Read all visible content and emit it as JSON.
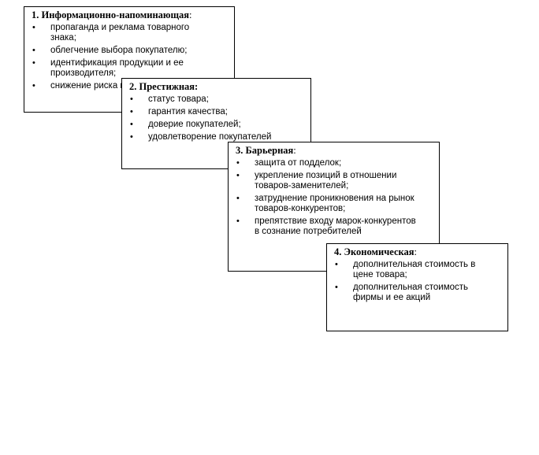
{
  "cards": [
    {
      "title": "1. Информационно-напоминающая",
      "suffix": ":",
      "items": [
        "пропаганда и реклама товарного знака;",
        "облегчение выбора покупателю;",
        "идентификация продукции и ее производителя;",
        "снижение риска покупателя."
      ]
    },
    {
      "title": "2. Престижная:",
      "suffix": "",
      "items": [
        "статус товара;",
        "гарантия качества;",
        "доверие покупателей;",
        "удовлетворение покупателей"
      ]
    },
    {
      "title": "3. Барьерная",
      "suffix": ":",
      "items": [
        "защита от подделок;",
        "укрепление позиций в отношении товаров-заменителей;",
        "затруднение проникновения на рынок товаров-конкурентов;",
        "препятствие входу марок-конкурентов в сознание потребителей"
      ]
    },
    {
      "title": "4. Экономическая",
      "suffix": ":",
      "items": [
        "дополнительная стоимость в цене товара;",
        "дополнительная стоимость фирмы и ее акций"
      ]
    }
  ],
  "bullet_glyph": "•"
}
